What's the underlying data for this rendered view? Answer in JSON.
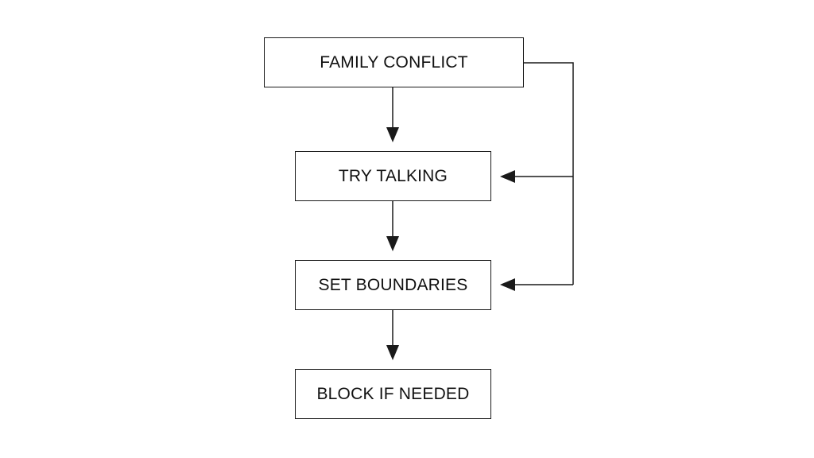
{
  "diagram": {
    "nodes": [
      {
        "id": "n1",
        "label": "FAMILY CONFLICT"
      },
      {
        "id": "n2",
        "label": "TRY TALKING"
      },
      {
        "id": "n3",
        "label": "SET BOUNDARIES"
      },
      {
        "id": "n4",
        "label": "BLOCK IF NEEDED"
      }
    ],
    "edges": [
      {
        "from": "n1",
        "to": "n2",
        "kind": "down"
      },
      {
        "from": "n2",
        "to": "n3",
        "kind": "down"
      },
      {
        "from": "n3",
        "to": "n4",
        "kind": "down"
      },
      {
        "from": "n1",
        "to": "n2",
        "kind": "side-loop"
      },
      {
        "from": "n1",
        "to": "n3",
        "kind": "side-loop"
      }
    ],
    "colors": {
      "stroke": "#1a1a1a",
      "text": "#111111",
      "background": "#ffffff"
    }
  }
}
